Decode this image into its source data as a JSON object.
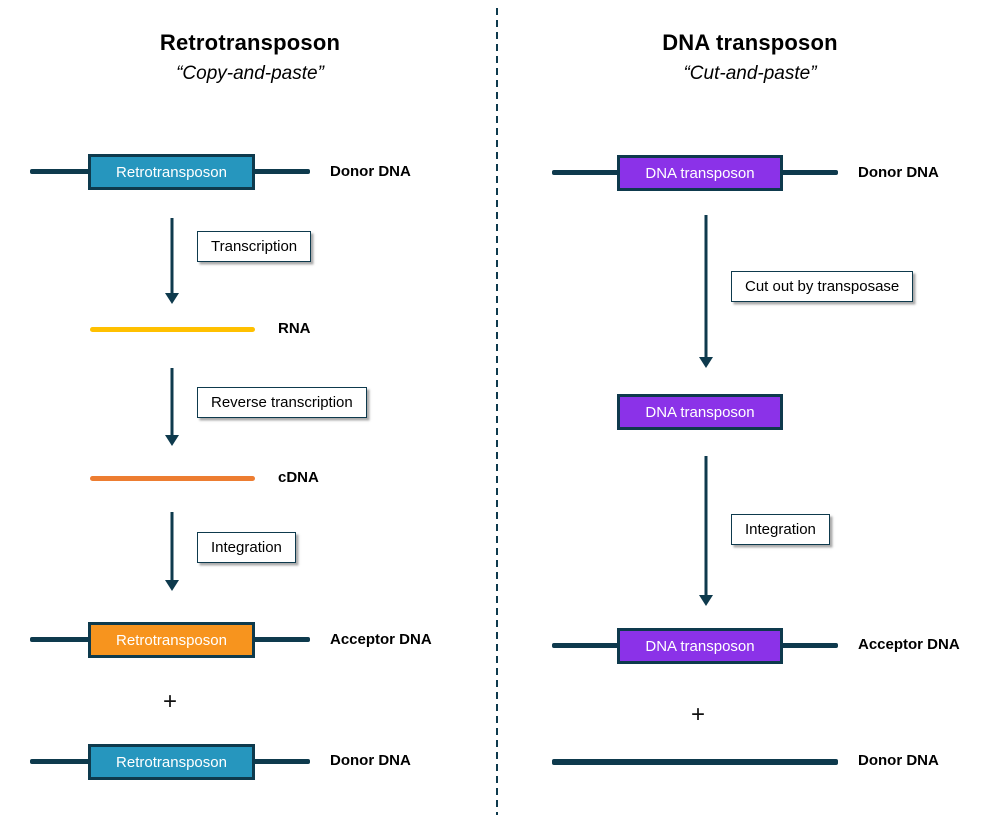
{
  "colors": {
    "dark": "#0e3a4d",
    "teal": "#2696be",
    "purple": "#8b32e8",
    "orange": "#f7941e",
    "rna_gold": "#ffc000",
    "cdna_orange": "#ed7d31"
  },
  "left": {
    "title": "Retrotransposon",
    "subtitle": "“Copy-and-paste”",
    "donor_top": {
      "box_label": "Retrotransposon",
      "line_label": "Donor DNA"
    },
    "step_transcription": "Transcription",
    "rna_label": "RNA",
    "step_reverse_transcription": "Reverse transcription",
    "cdna_label": "cDNA",
    "step_integration": "Integration",
    "acceptor": {
      "box_label": "Retrotransposon",
      "line_label": "Acceptor DNA"
    },
    "plus": "+",
    "donor_bottom": {
      "box_label": "Retrotransposon",
      "line_label": "Donor DNA"
    }
  },
  "right": {
    "title": "DNA transposon",
    "subtitle": "“Cut-and-paste”",
    "donor_top": {
      "box_label": "DNA transposon",
      "line_label": "Donor DNA"
    },
    "step_cut_out": "Cut out by transposase",
    "excised_box_label": "DNA transposon",
    "step_integration": "Integration",
    "acceptor": {
      "box_label": "DNA transposon",
      "line_label": "Acceptor DNA"
    },
    "plus": "+",
    "donor_bottom": {
      "line_label": "Donor DNA"
    }
  }
}
